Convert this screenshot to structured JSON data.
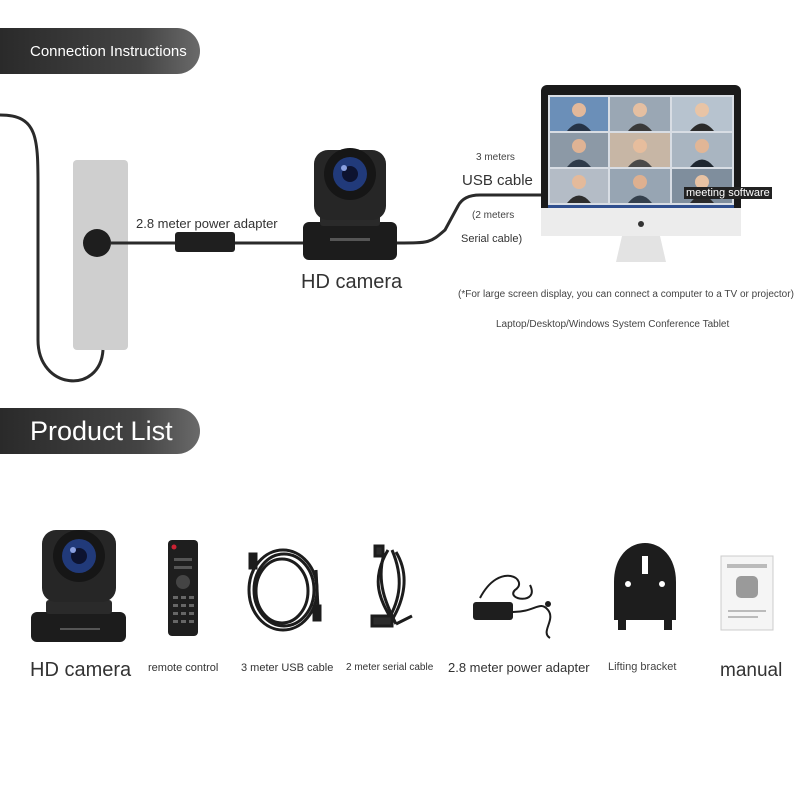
{
  "sections": {
    "connection_title": "Connection Instructions",
    "product_title": "Product List"
  },
  "diagram": {
    "power_adapter_label": "2.8 meter power adapter",
    "camera_label": "HD camera",
    "usb_length": "3 meters",
    "usb_label": "USB cable",
    "serial_length": "(2 meters",
    "serial_label": "Serial cable)",
    "software_label": "meeting software",
    "note": "(*For large screen display, you can connect a computer to a TV or projector)",
    "device_label": "Laptop/Desktop/Windows System Conference Tablet"
  },
  "products": [
    {
      "label": "HD camera",
      "icon": "ptz-camera-icon"
    },
    {
      "label": "remote control",
      "icon": "remote-control-icon"
    },
    {
      "label": "3 meter USB cable",
      "icon": "usb-cable-icon"
    },
    {
      "label": "2 meter serial cable",
      "icon": "serial-cable-icon"
    },
    {
      "label": "2.8 meter power adapter",
      "icon": "power-adapter-icon"
    },
    {
      "label": "Lifting bracket",
      "icon": "bracket-icon"
    },
    {
      "label": "manual",
      "icon": "manual-icon"
    }
  ]
}
